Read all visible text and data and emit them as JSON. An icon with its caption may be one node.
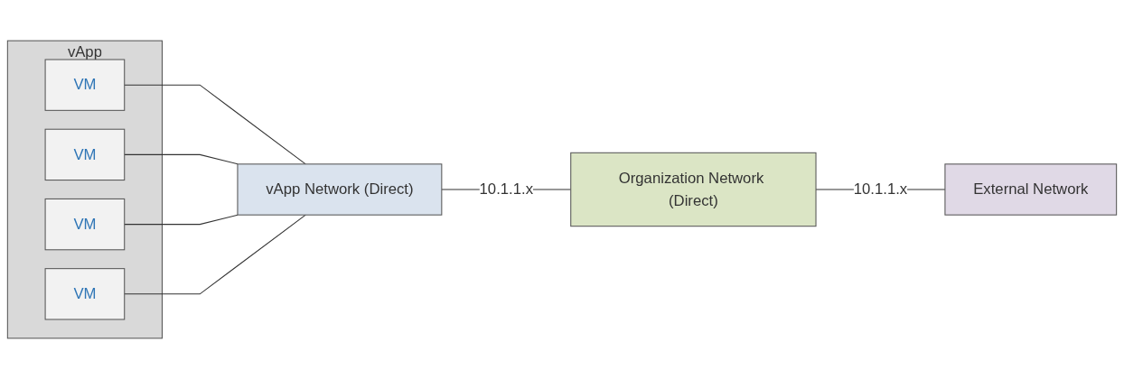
{
  "diagram": {
    "nodes": [
      {
        "text": [
          "vApp"
        ]
      },
      {
        "text": [
          "VM"
        ],
        "in": 0
      },
      {
        "text": [
          "VM"
        ],
        "in": 0
      },
      {
        "text": [
          "VM"
        ],
        "in": 0
      },
      {
        "text": [
          "VM"
        ],
        "in": 0
      },
      {
        "text": [
          "vApp Network (Direct)"
        ]
      },
      {
        "text": [
          "Organization Network (Direct)"
        ]
      },
      {
        "text": [
          "External Network"
        ]
      }
    ],
    "edges": [
      {
        "from": 1,
        "to": 5,
        "arrow": "none"
      },
      {
        "from": 2,
        "to": 5,
        "arrow": "none"
      },
      {
        "from": 3,
        "to": 5,
        "arrow": "none"
      },
      {
        "from": 4,
        "to": 5,
        "arrow": "none"
      },
      {
        "from": 5,
        "to": 6,
        "label": "10.1.1.x",
        "arrow": "none"
      },
      {
        "from": 6,
        "to": 7,
        "label": "10.1.1.x",
        "arrow": "none"
      }
    ]
  }
}
